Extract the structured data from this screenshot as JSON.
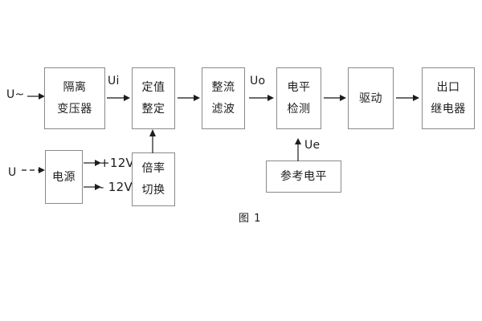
{
  "figure": {
    "caption": "图 1",
    "background_color": "#ffffff",
    "line_color": "#8a8a8a",
    "text_color": "#1d1d1d"
  },
  "blocks": [
    {
      "id": "isolation-transformer",
      "lines": [
        "隔离",
        "变压器"
      ]
    },
    {
      "id": "setting-value",
      "lines": [
        "定值",
        "整定"
      ]
    },
    {
      "id": "rectify-filter",
      "lines": [
        "整流",
        "滤波"
      ]
    },
    {
      "id": "level-detection",
      "lines": [
        "电平",
        "检测"
      ]
    },
    {
      "id": "drive",
      "lines": [
        "驱动"
      ]
    },
    {
      "id": "output-relay",
      "lines": [
        "出口",
        "继电器"
      ]
    },
    {
      "id": "power-supply",
      "lines": [
        "电源"
      ]
    },
    {
      "id": "multiplier-switch",
      "lines": [
        "倍率",
        "切换"
      ]
    },
    {
      "id": "reference-level",
      "lines": [
        "参考电平"
      ]
    }
  ],
  "signal_labels": {
    "input_ac": "U~",
    "input_dc": "U",
    "ui": "Ui",
    "uo": "Uo",
    "ue": "Ue",
    "pos12v": "+12V",
    "neg12v": "- 12V"
  }
}
